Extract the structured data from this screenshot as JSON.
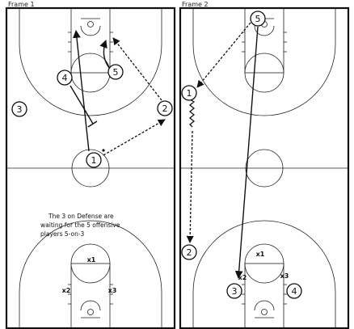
{
  "frames": [
    {
      "label": "Frame 1"
    },
    {
      "label": "Frame 2"
    }
  ],
  "note": {
    "lines": [
      "The 3 on Defense are",
      "waiting for the 5 offensive",
      "players 5-on-3"
    ]
  },
  "frame1": {
    "offense": [
      "1",
      "2",
      "3",
      "4",
      "5"
    ],
    "defense": [
      "x1",
      "x2",
      "x3"
    ]
  },
  "frame2": {
    "offense": [
      "1",
      "2",
      "3",
      "4",
      "5"
    ],
    "defense": [
      "x1",
      "x2",
      "x3"
    ]
  }
}
